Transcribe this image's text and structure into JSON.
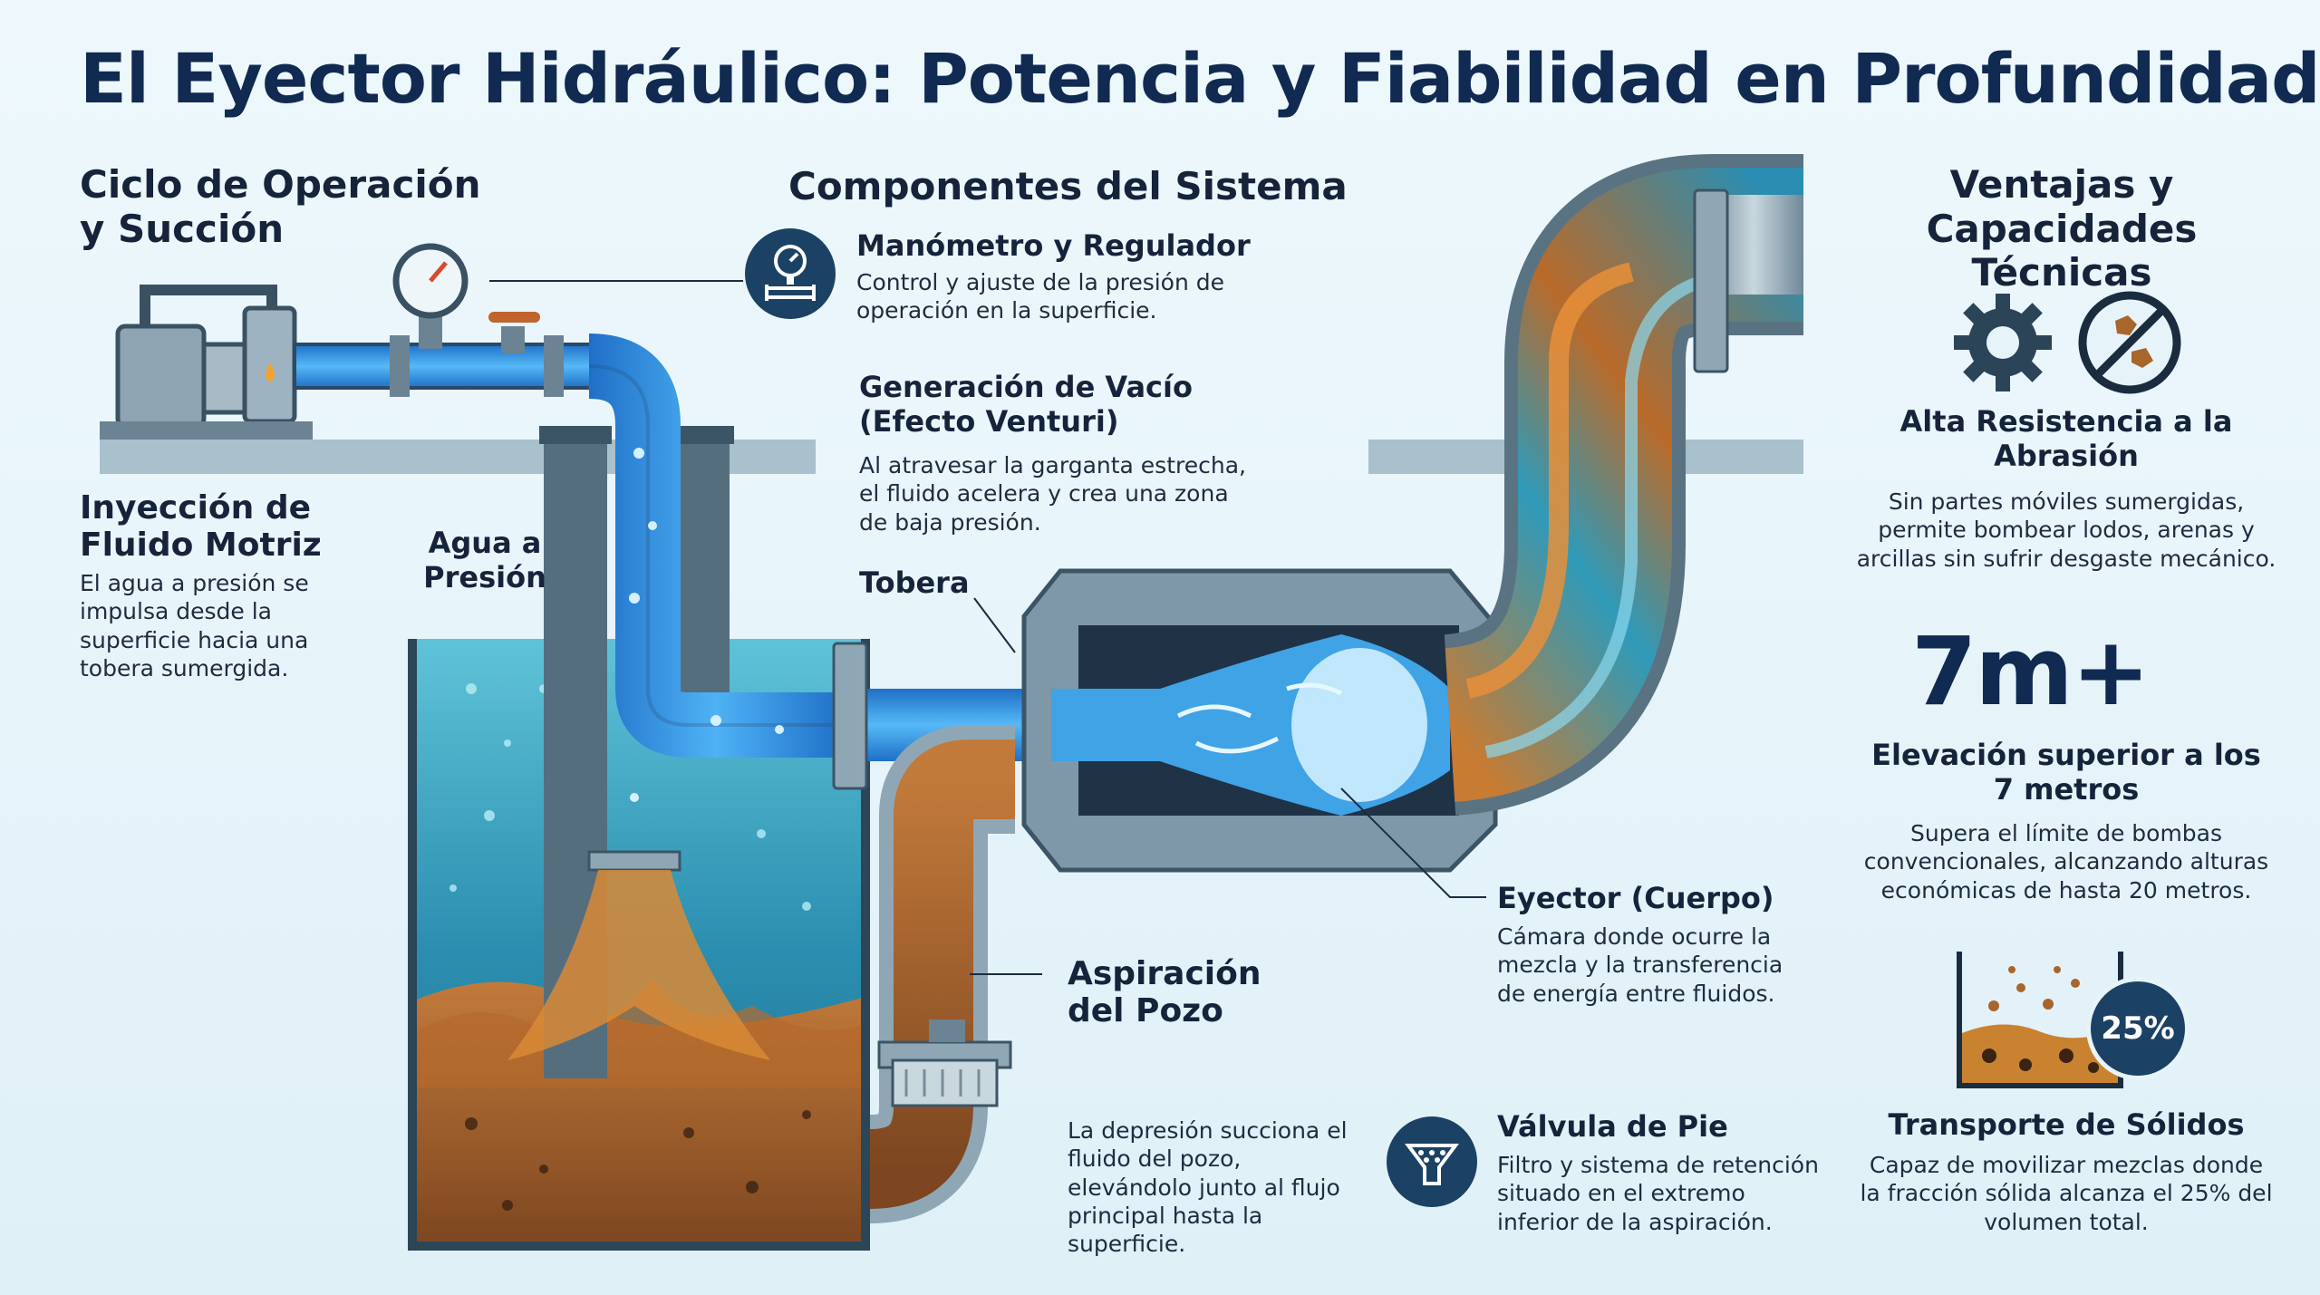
{
  "title": "El Eyector Hidráulico: Potencia y Fiabilidad en Profundidad",
  "left": {
    "heading": "Ciclo de Operación y Succión",
    "injection_title": "Inyección de Fluido Motriz",
    "injection_body": "El agua a presión se impulsa desde la superficie hacia una tobera sumergida.",
    "pressure_label": "Agua a Presión"
  },
  "center": {
    "heading": "Componentes del Sistema",
    "manometer_title": "Manómetro y Regulador",
    "manometer_body": "Control y ajuste de la presión de operación en la superficie.",
    "vacuum_title": "Generación de Vacío (Efecto Venturi)",
    "vacuum_body": "Al atravesar la garganta estrecha, el fluido acelera y crea una zona de baja presión.",
    "nozzle_label": "Tobera",
    "suction_title": "Aspiración del Pozo",
    "suction_body": "La depresión succiona el fluido del pozo, elevándolo junto al flujo principal hasta la superficie.",
    "ejector_title": "Eyector (Cuerpo)",
    "ejector_body": "Cámara donde ocurre la mezcla y la transferencia de energía entre fluidos.",
    "footvalve_title": "Válvula de Pie",
    "footvalve_body": "Filtro y sistema de retención situado en el extremo inferior de la aspiración."
  },
  "right": {
    "heading": "Ventajas y Capacidades Técnicas",
    "abrasion_title": "Alta Resistencia a la Abrasión",
    "abrasion_body": "Sin partes móviles sumergidas, permite bombear lodos, arenas y arcillas sin sufrir desgaste mecánico.",
    "lift_value": "7m+",
    "lift_title": "Elevación superior a los 7 metros",
    "lift_body": "Supera el límite de bombas convencionales, alcanzando alturas económicas de hasta 20 metros.",
    "solids_badge": "25%",
    "solids_title": "Transporte de Sólidos",
    "solids_body": "Capaz de movilizar mezclas donde la fracción sólida alcanza el 25% del volumen total."
  },
  "icons": [
    "gauge-valve-icon",
    "gear-icon",
    "no-abrasion-icon",
    "filter-valve-icon",
    "solids-container-icon"
  ],
  "colors": {
    "title": "#112a52",
    "water": "#2f8fe0",
    "slurry": "#9a5a2a",
    "pipe": "#8fa7b5",
    "icon_bg": "#1b4264"
  }
}
